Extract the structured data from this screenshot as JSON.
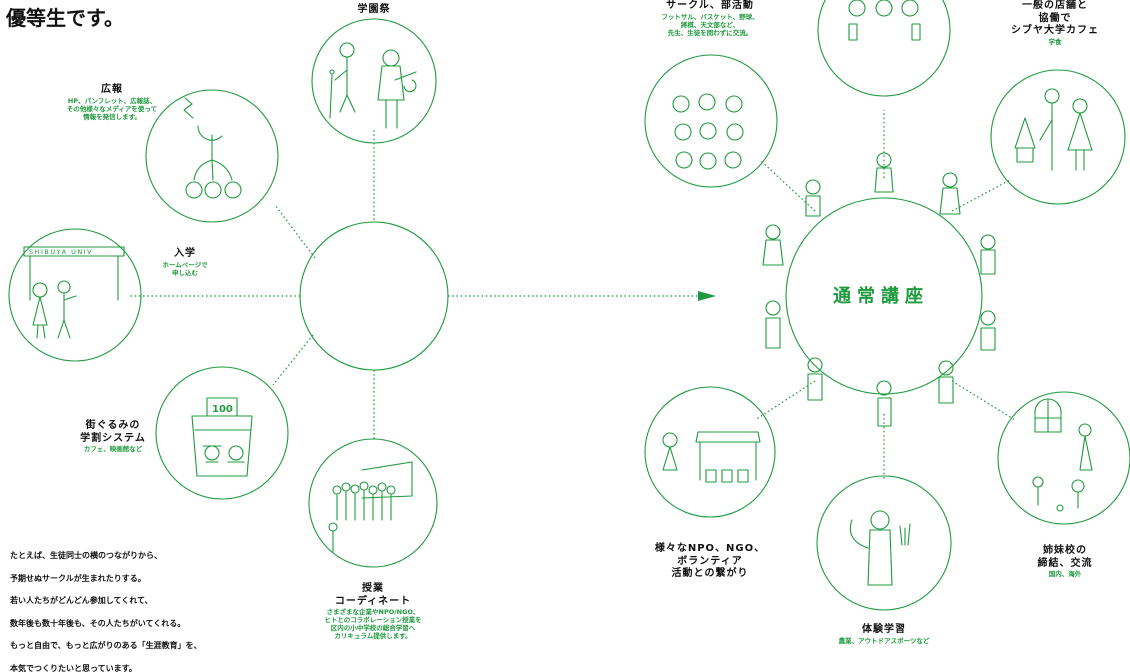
{
  "title": "優等生です。",
  "hub_label": "通常講座",
  "sign_text": "SHIBUYA UNIV",
  "ticket_text": "100",
  "accent_color": "#1f9a3e",
  "left_nodes": {
    "festival": {
      "title": "学園祭",
      "sub": []
    },
    "pr": {
      "title": "広報",
      "sub": [
        "HP、パンフレット、広報誌、",
        "その他様々なメディアを使って",
        "情報を発信します。"
      ]
    },
    "admission": {
      "title": "入学",
      "sub": [
        "ホームページで",
        "申し込む"
      ]
    },
    "discount": {
      "title": "街ぐるみの",
      "title2": "学割システム",
      "sub": [
        "カフェ、映画館など"
      ]
    },
    "coordinate": {
      "title": "授業",
      "title2": "コーディネート",
      "sub": [
        "さまざまな企業やNPO/NGO、",
        "ヒトとのコラボレーション授業を",
        "区内の小中学校の総合学習へ",
        "カリキュラム提供します。"
      ]
    }
  },
  "right_nodes": {
    "circle": {
      "title": "サークル、部活動",
      "sub": [
        "フットサル、バスケット、野球、",
        "將棋、天文部など、",
        "先生、生徒を問わずに交流。"
      ]
    },
    "cafe": {
      "title": "一般の店舗と",
      "title2": "協働で",
      "title3": "シブヤ大学カフェ",
      "sub": [
        "学食"
      ]
    },
    "npo": {
      "title": "様々なNPO、NGO、",
      "title2": "ボランティア",
      "title3": "活動との繋がり",
      "sub": []
    },
    "experience": {
      "title": "体験学習",
      "sub": [
        "農業、アウトドアスポーツなど"
      ]
    },
    "sister": {
      "title": "姉妹校の",
      "title2": "締結、交流",
      "sub": [
        "国内、海外"
      ]
    }
  },
  "body_text": [
    "たとえば、生徒同士の横のつながりから、",
    "予期せぬサークルが生まれたりする。",
    "若い人たちがどんどん参加してくれて、",
    "数年後も数十年後も、その人たちがいてくれる。",
    "もっと自由で、もっと広がりのある「生涯教育」を、",
    "本気でつくりたいと思っています。"
  ]
}
